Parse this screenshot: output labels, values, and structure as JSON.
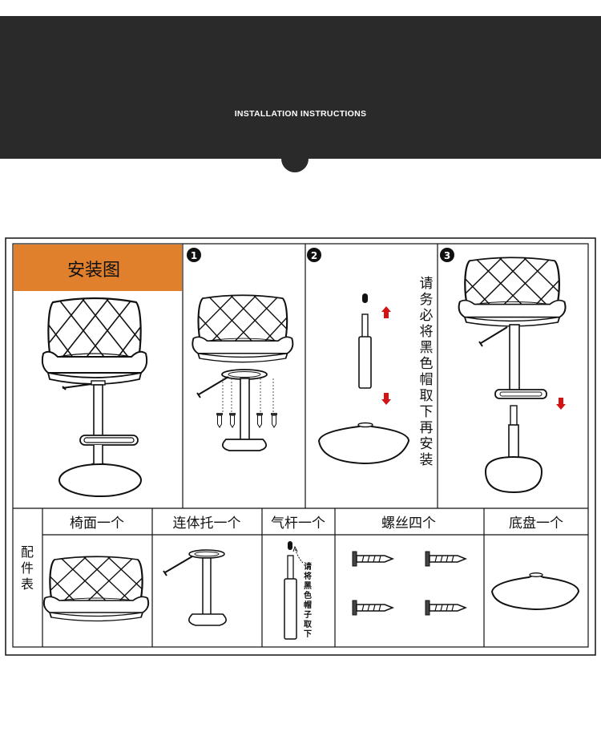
{
  "banner": {
    "title": "INSTALLATION INSTRUCTIONS"
  },
  "diagram": {
    "heading": "安装图",
    "steps": [
      "1",
      "2",
      "3"
    ],
    "step2_note": [
      "请",
      "务",
      "必",
      "将",
      "黑",
      "色",
      "帽",
      "取",
      "下",
      "再",
      "安",
      "装"
    ]
  },
  "parts": {
    "row_label": [
      "配",
      "件",
      "表"
    ],
    "items": [
      {
        "label": "椅面一个"
      },
      {
        "label": "连体托一个"
      },
      {
        "label": "气杆一个"
      },
      {
        "label": "螺丝四个"
      },
      {
        "label": "底盘一个"
      }
    ],
    "gas_note": [
      "请",
      "将",
      "黑",
      "色",
      "帽",
      "子",
      "取",
      "下"
    ]
  },
  "colors": {
    "banner": "#2a2a2a",
    "heading_bg": "#e07f2c",
    "arrow": "#d41414"
  }
}
